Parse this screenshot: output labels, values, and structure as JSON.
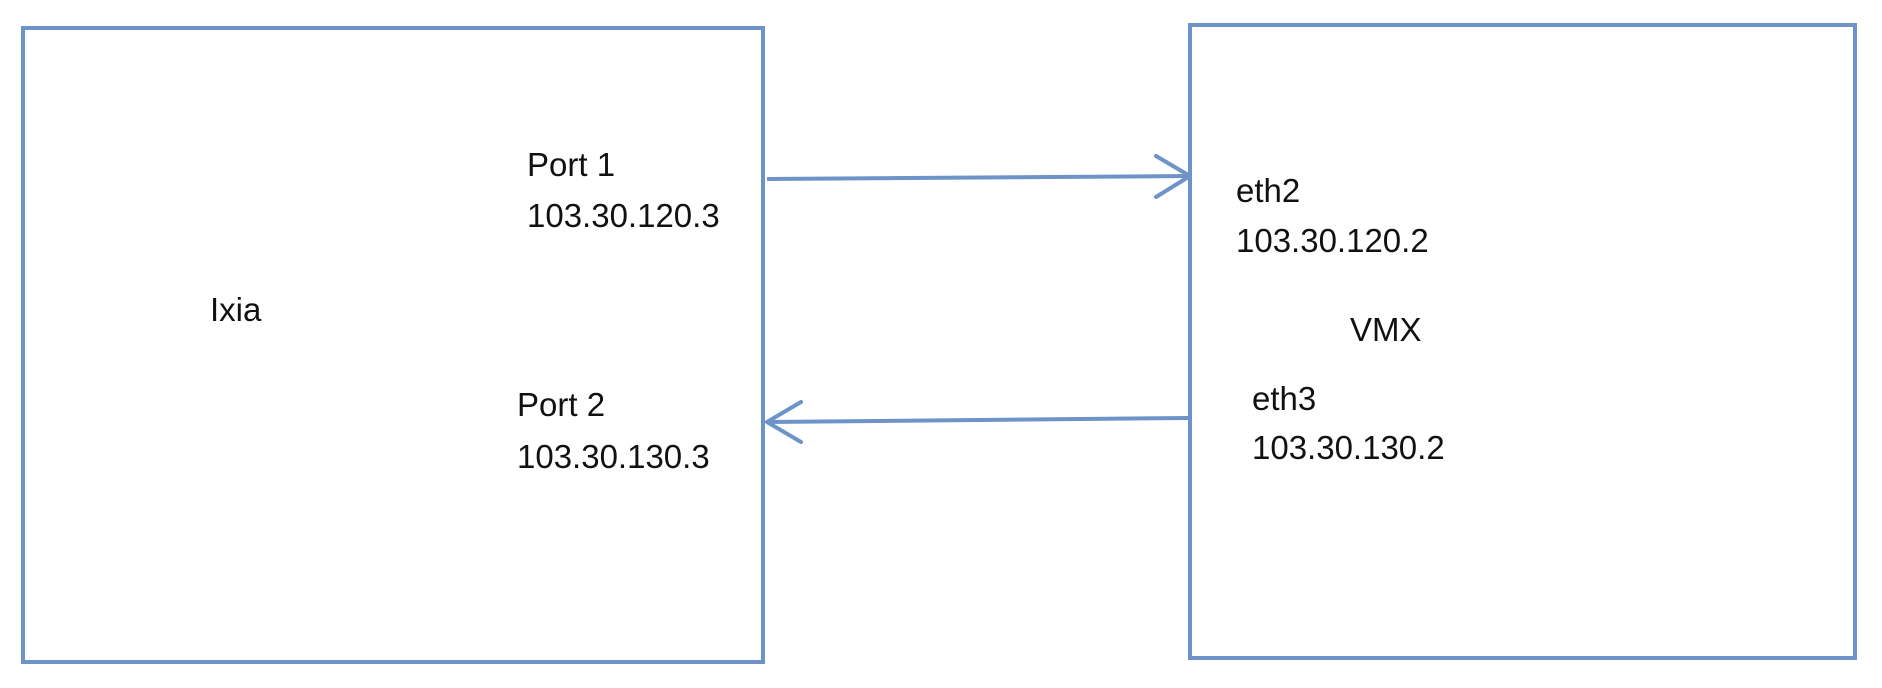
{
  "colors": {
    "box_border": "#6d93c9",
    "arrow": "#6d93c9",
    "text": "#111111",
    "background": "#ffffff"
  },
  "ixia": {
    "name": "Ixia",
    "port1": {
      "label": "Port 1",
      "ip": "103.30.120.3"
    },
    "port2": {
      "label": "Port 2",
      "ip": "103.30.130.3"
    }
  },
  "vmx": {
    "name": "VMX",
    "eth2": {
      "label": "eth2",
      "ip": "103.30.120.2"
    },
    "eth3": {
      "label": "eth3",
      "ip": "103.30.130.2"
    }
  },
  "links": [
    {
      "from": "Port 1",
      "to": "eth2"
    },
    {
      "from": "eth3",
      "to": "Port 2"
    }
  ]
}
